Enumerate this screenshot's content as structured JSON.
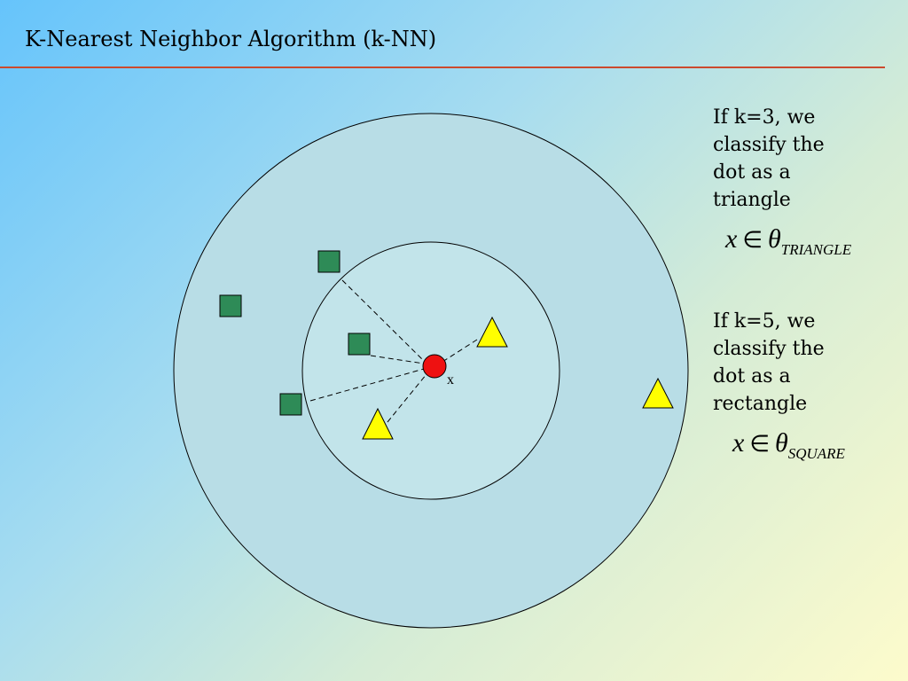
{
  "title": "K-Nearest Neighbor Algorithm (k-NN)",
  "query_point": {
    "label": "x",
    "color": "#ee1111"
  },
  "square_color": "#2e8b57",
  "triangle_color": "#ffff00",
  "notes": {
    "k3": {
      "lines": [
        "If k=3, we",
        "classify the",
        "dot as a",
        "triangle"
      ]
    },
    "k5": {
      "lines": [
        "If k=5, we",
        "classify the",
        "dot as a",
        "rectangle"
      ]
    }
  },
  "formulas": {
    "triangle": {
      "var": "x",
      "op": "∈",
      "theta": "θ",
      "subscript": "TRIANGLE"
    },
    "square": {
      "var": "x",
      "op": "∈",
      "theta": "θ",
      "subscript": "SQUARE"
    }
  }
}
